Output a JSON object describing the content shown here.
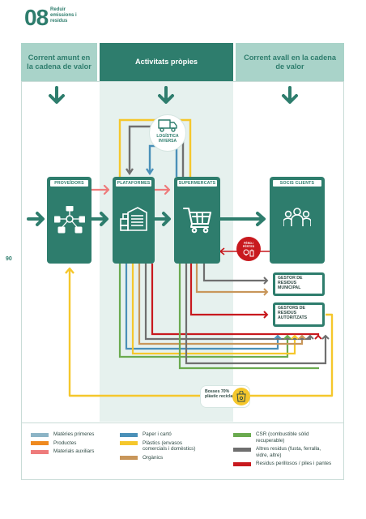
{
  "header": {
    "chapter_number": "08",
    "chapter_title": "Reduir emissions i residus",
    "page_number": "90"
  },
  "columns": {
    "upstream": "Corrent amunt en la cadena de valor",
    "own": "Activitats pròpies",
    "downstream": "Corrent avall en la cadena de valor"
  },
  "processes": {
    "suppliers": "PROVEÏDORS",
    "platforms": "PLATAFORMES",
    "supermarkets": "SUPERMERCATS",
    "members": "SOCIS CLIENTS",
    "reverse_logistics": "LOGÍSTICA INVERSA",
    "losses": "PÈRD./ PÈRTES"
  },
  "managers": {
    "municipal": "GESTOR DE RESIDUS MUNICIPAL",
    "authorized": "GESTORS DE RESIDUS AUTORITZATS"
  },
  "bag_note": "Bosses 70% plàstic reciclat",
  "legend": [
    {
      "label": "Matèries primeres",
      "color": "#8cb4c6"
    },
    {
      "label": "Productes",
      "color": "#ef8a1f"
    },
    {
      "label": "Materials auxiliars",
      "color": "#ee7b7b"
    },
    {
      "label": "Paper i cartó",
      "color": "#4a90b8"
    },
    {
      "label": "Plàstics (envasos comercials i domèstics)",
      "color": "#f5c72c"
    },
    {
      "label": "Orgànics",
      "color": "#c8965a"
    },
    {
      "label": "CSR (combustible sòlid recuperable)",
      "color": "#6aaa4f"
    },
    {
      "label": "Altres residus (fusta, ferralla, vidre, altre)",
      "color": "#6f6f6f"
    },
    {
      "label": "Residus perillosos / piles i pantes",
      "color": "#c8191e"
    }
  ],
  "colors": {
    "teal": "#2e7d6d",
    "light_teal": "#a9d3c9",
    "band": "#e6f1ee"
  }
}
